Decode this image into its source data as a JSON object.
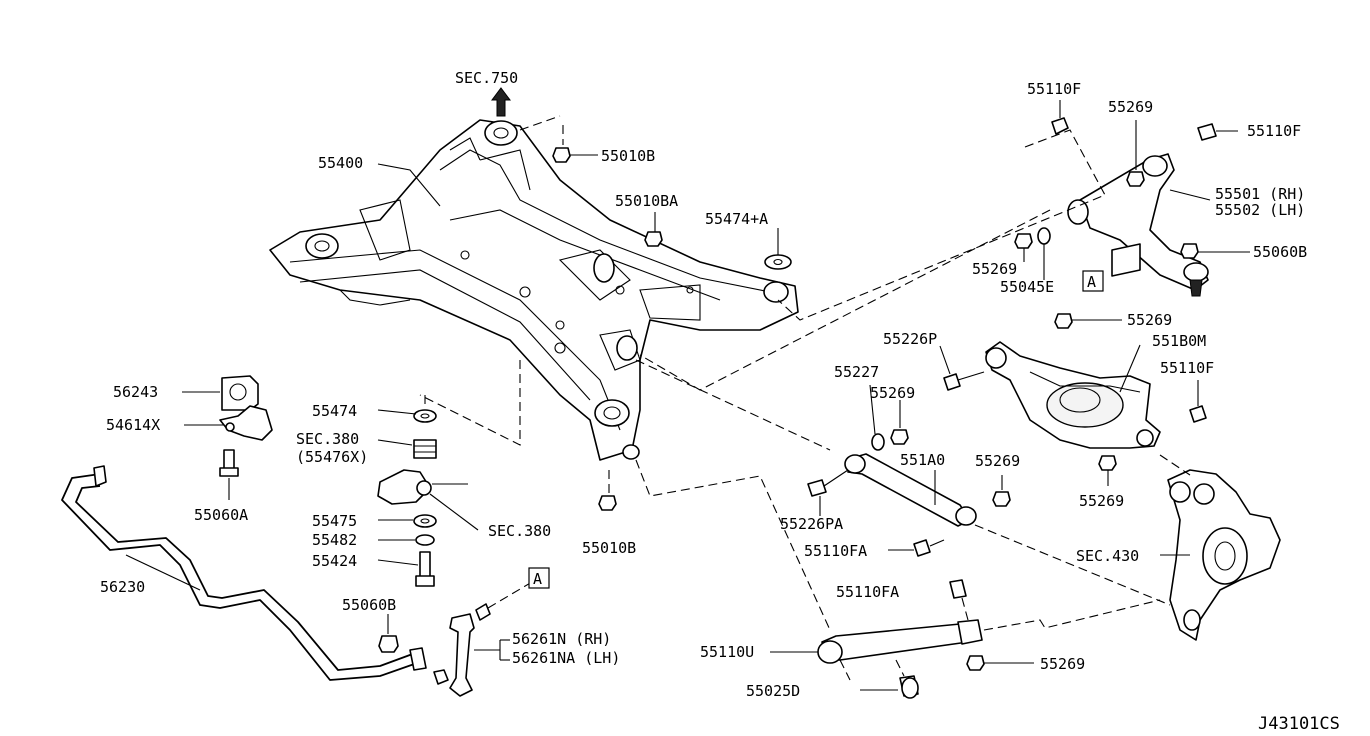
{
  "labels": {
    "sec750": "SEC.750",
    "p55010B_top": "55010B",
    "p55400": "55400",
    "p55010BA": "55010BA",
    "p55474A": "55474+A",
    "p56243": "56243",
    "p54614X": "54614X",
    "p55060A": "55060A",
    "p55474": "55474",
    "sec380a": "SEC.380",
    "p55476X": "(55476X)",
    "p55475": "55475",
    "p55482": "55482",
    "p55424": "55424",
    "sec380b": "SEC.380",
    "p55010B_bot": "55010B",
    "p56230": "56230",
    "boxA1": "A",
    "p55060B_left": "55060B",
    "p56261N": "56261N (RH)",
    "p56261NA": "56261NA (LH)",
    "p55110F_top": "55110F",
    "p55269_a": "55269",
    "p55110F_r": "55110F",
    "p55501": "55501 (RH)",
    "p55502": "55502 (LH)",
    "p55060B_right": "55060B",
    "p55269_b": "55269",
    "p55045E": "55045E",
    "boxA2": "A",
    "p55269_c": "55269",
    "p55226P": "55226P",
    "p551B0M": "551B0M",
    "p55227": "55227",
    "p55269_d": "55269",
    "p55110F_m": "55110F",
    "p551A0": "551A0",
    "p55269_e": "55269",
    "p55269_f": "55269",
    "p55226PA": "55226PA",
    "p55110FA_a": "55110FA",
    "sec430": "SEC.430",
    "p55110FA_b": "55110FA",
    "p55110U": "55110U",
    "p55269_g": "55269",
    "p55025D": "55025D",
    "code": "J43101CS"
  }
}
